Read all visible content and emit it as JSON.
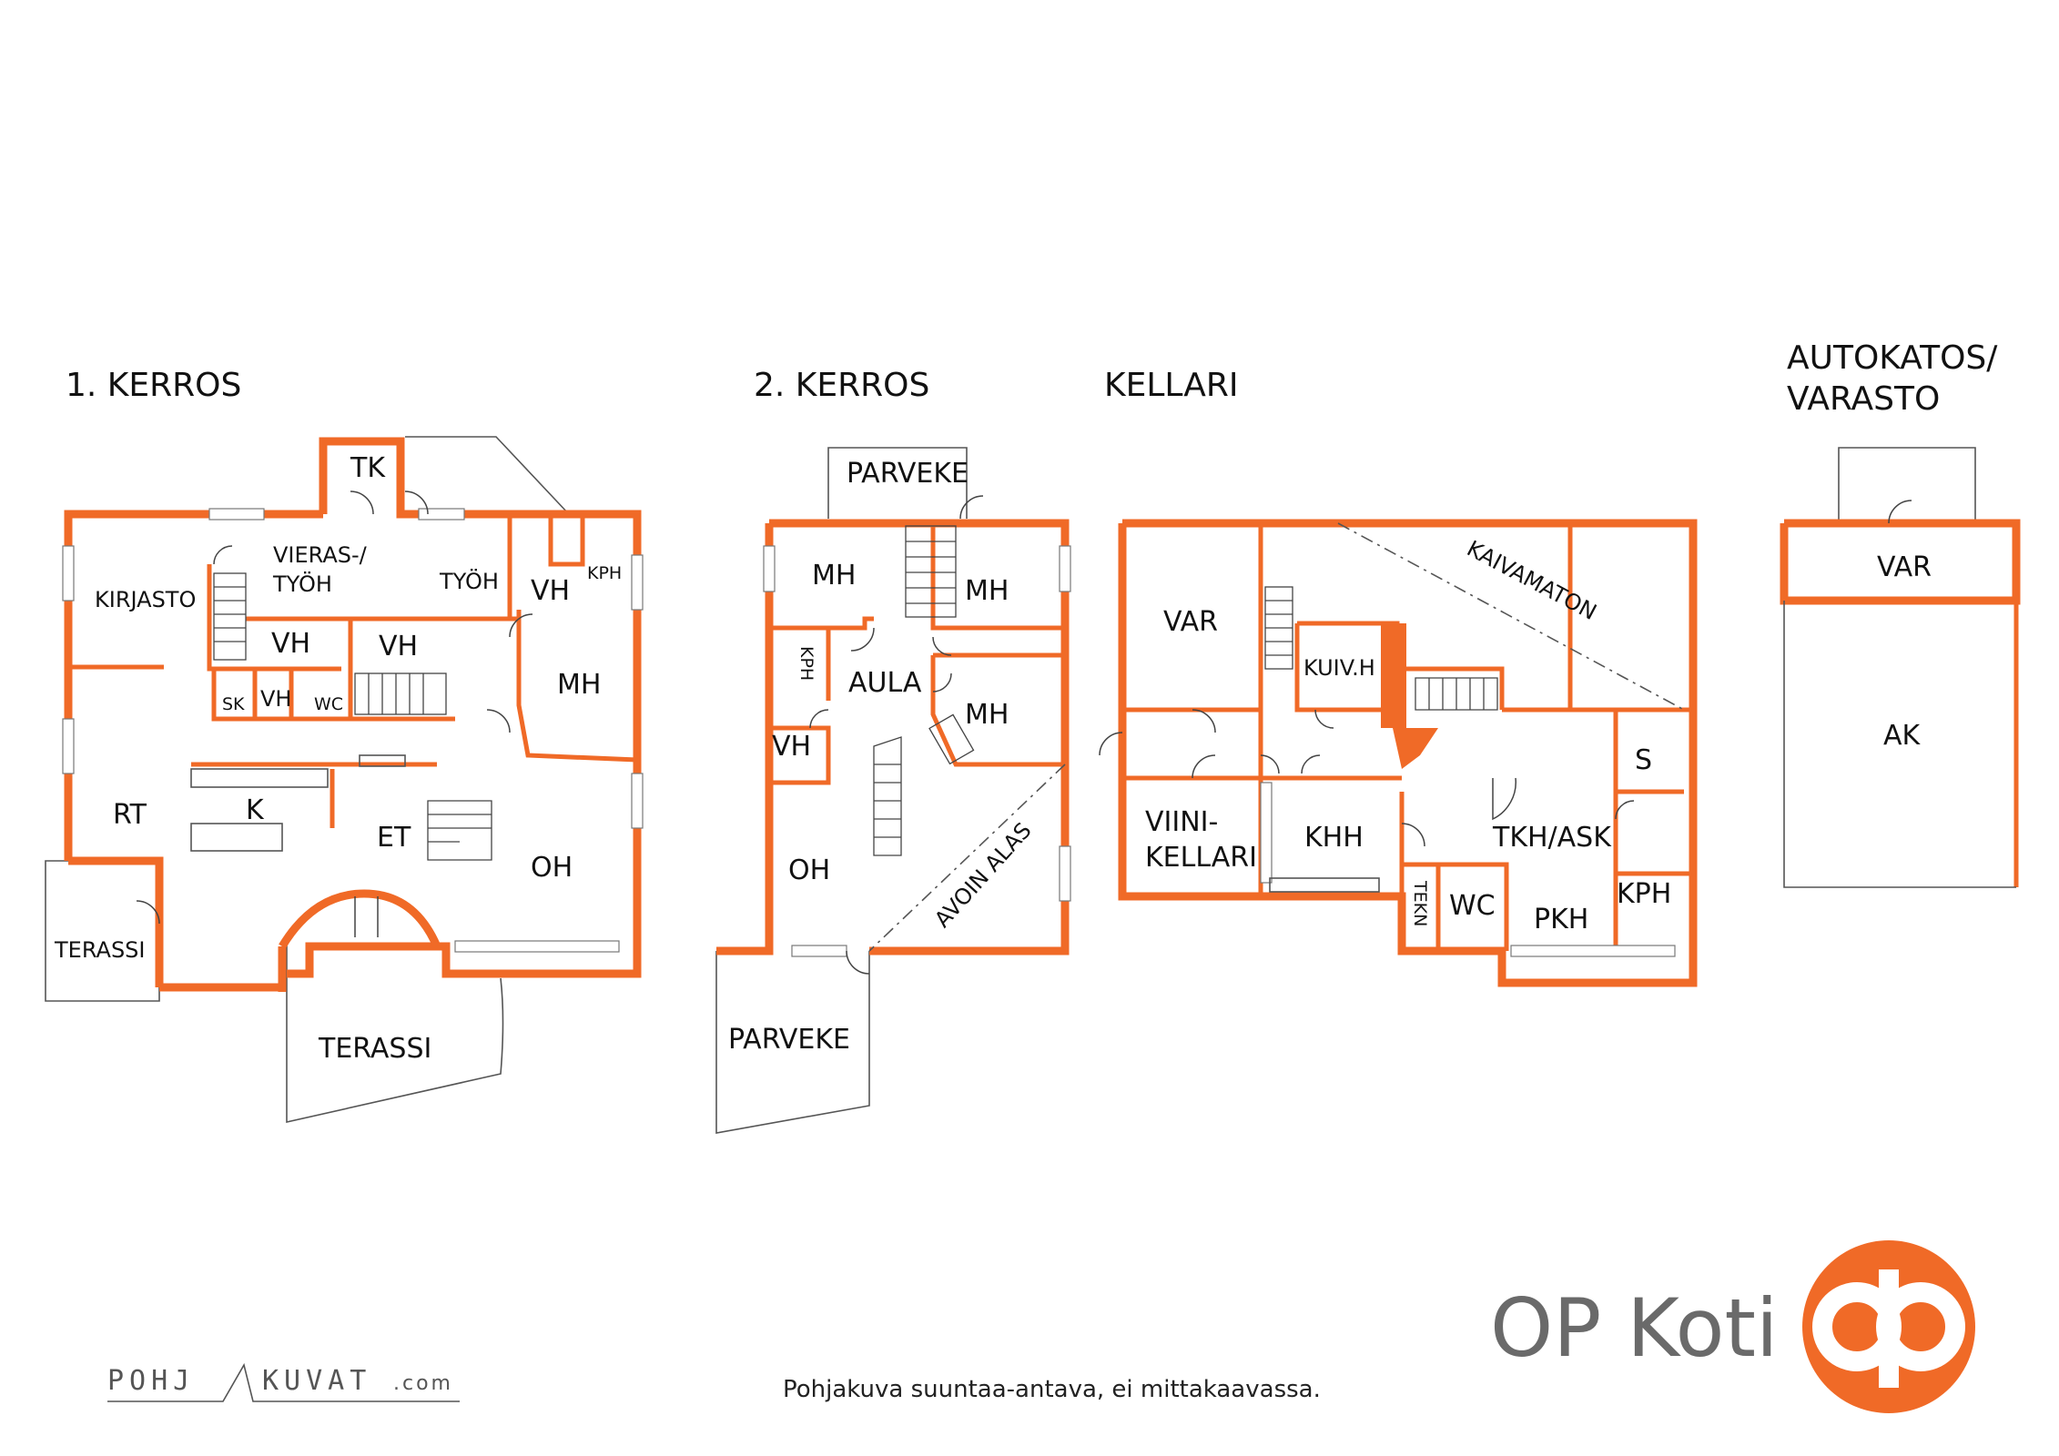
{
  "floors": {
    "first": {
      "title": "1.  KERROS",
      "rooms": {
        "tk": "TK",
        "kirjasto": "KIRJASTO",
        "vieras_1": "VIERAS-/",
        "vieras_2": "TYÖH",
        "tyoh": "TYÖH",
        "vh1": "VH",
        "kph": "KPH",
        "vh2": "VH",
        "vh3": "VH",
        "mh": "MH",
        "sk": "SK",
        "vh4": "VH",
        "wc": "WC",
        "rt": "RT",
        "k": "K",
        "et": "ET",
        "oh": "OH",
        "terassi1": "TERASSI",
        "terassi2": "TERASSI"
      }
    },
    "second": {
      "title": "2. KERROS",
      "rooms": {
        "parveke1": "PARVEKE",
        "mh1": "MH",
        "mh2": "MH",
        "kph": "KPH",
        "aula": "AULA",
        "mh3": "MH",
        "vh": "VH",
        "oh": "OH",
        "avoin": "AVOIN ALAS",
        "parveke2": "PARVEKE"
      }
    },
    "cellar": {
      "title": "KELLARI",
      "rooms": {
        "var": "VAR",
        "kaivamaton": "KAIVAMATON",
        "kuivh": "KUIV.H",
        "viini_1": "VIINI-",
        "viini_2": "KELLARI",
        "khh": "KHH",
        "tkhask": "TKH/ASK",
        "s": "S",
        "kph": "KPH",
        "tekn": "TEKN",
        "wc": "WC",
        "pkh": "PKH"
      }
    },
    "carport": {
      "title_1": "AUTOKATOS/",
      "title_2": "VARASTO",
      "rooms": {
        "var": "VAR",
        "ak": "AK"
      }
    }
  },
  "branding": {
    "brand_name": "OP Koti",
    "logo_color": "#f06a27",
    "pohjakuvat_left": "POHJ",
    "pohjakuvat_right": "KUVAT",
    "pohjakuvat_suffix": ".com"
  },
  "footer_note": "Pohjakuva suuntaa-antava, ei mittakaavassa.",
  "colors": {
    "wall": "#f06a27",
    "text": "#111111",
    "brand_text": "#6a6a6a"
  }
}
